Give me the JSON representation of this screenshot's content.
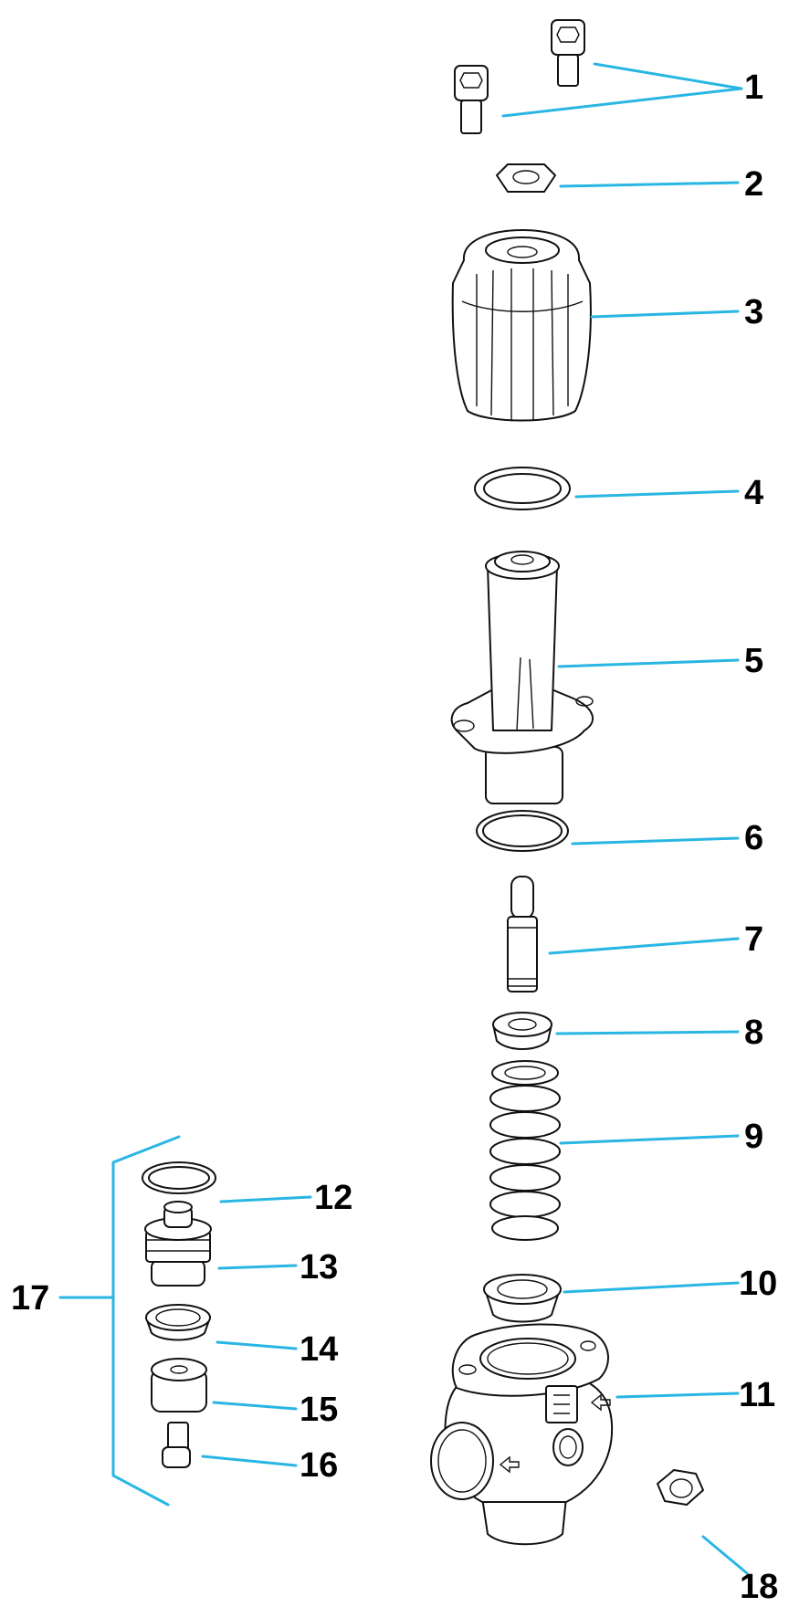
{
  "diagram": {
    "leader_color": "#29b6e3",
    "labels": [
      "1",
      "2",
      "3",
      "4",
      "5",
      "6",
      "7",
      "8",
      "9",
      "10",
      "11",
      "12",
      "13",
      "14",
      "15",
      "16",
      "17",
      "18"
    ]
  }
}
